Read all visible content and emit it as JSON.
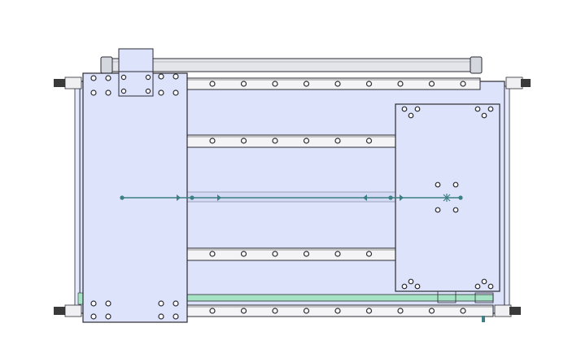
{
  "drawing": {
    "view": "top",
    "colors": {
      "background": "#ffffff",
      "plate_fill": "#dde3fb",
      "outline": "#2b2b33",
      "rail_fill": "#f4f4f6",
      "rod_fill": "#e3e5ea",
      "belt_fill": "#a6e3c4",
      "centerline": "#3d7f82",
      "screw": "#3a3a3a"
    },
    "components": {
      "top_rod": "cylinder-rod",
      "motor_block": "motor-mount-block",
      "main_frame": "base-frame",
      "rails": [
        "rail-top",
        "rail-upper",
        "rail-lower",
        "rail-bottom"
      ],
      "left_carriage": "carriage-plate-left",
      "right_carriage": "carriage-plate-right",
      "belt": "timing-belt",
      "centerline": "axis-centerline"
    }
  }
}
